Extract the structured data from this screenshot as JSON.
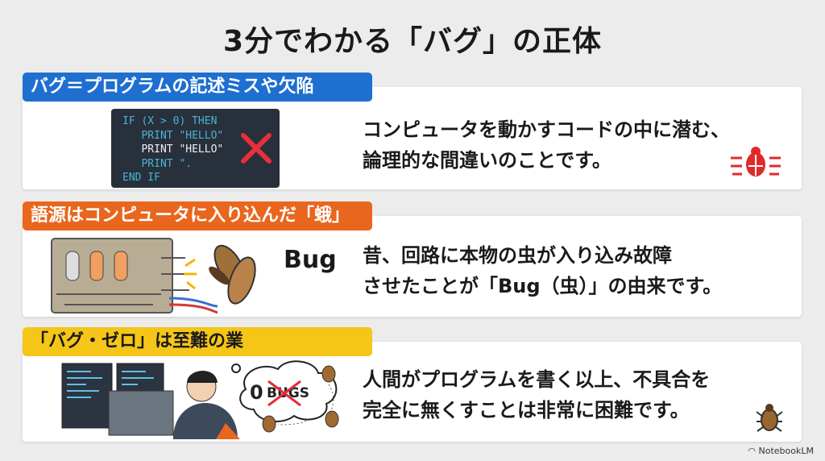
{
  "title": "3分でわかる「バグ」の正体",
  "sections": [
    {
      "label": "バグ＝プログラムの記述ミスや欠陥",
      "color": "#1e6fd0",
      "lines": [
        "コンピュータを動かすコードの中に潜む、",
        "論理的な間違いのことです。"
      ],
      "code": [
        "IF (X > 0) THEN",
        "   PRINT \"HELLO\"",
        "   PRINT \"HELLO\"",
        "   PRINT \".",
        "END IF"
      ],
      "icon": "red-bug-icon"
    },
    {
      "label": "語源はコンピュータに入り込んだ「蛾」",
      "color": "#e8661e",
      "word": "Bug",
      "lines": [
        "昔、回路に本物の虫が入り込み故障",
        "させたことが「Bug（虫）」の由来です。"
      ],
      "icon": "moth-circuit-illustration"
    },
    {
      "label": "「バグ・ゼロ」は至難の業",
      "color": "#f5c518",
      "bubble": [
        "0",
        "BUGS"
      ],
      "lines": [
        "人間がプログラムを書く以上、不具合を",
        "完全に無くすことは非常に困難です。"
      ],
      "icon": "programmer-bugs-illustration"
    }
  ],
  "footer": "NotebookLM"
}
